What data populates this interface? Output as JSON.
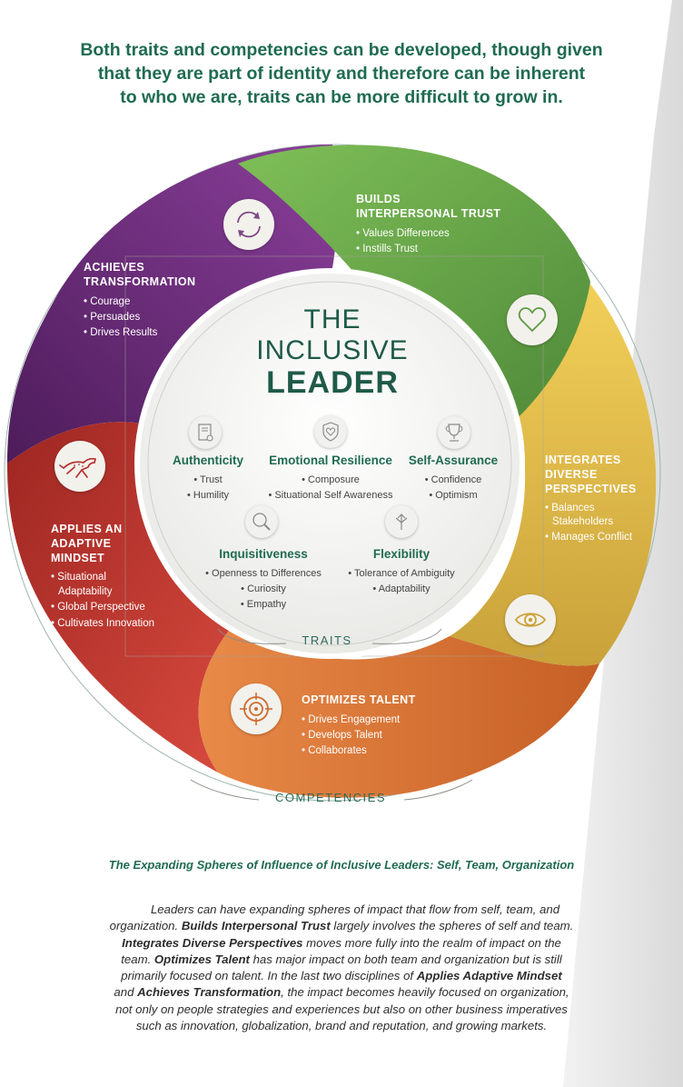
{
  "headline": [
    "Both traits and competencies can be developed, though given",
    "that they are part of identity and therefore can be inherent",
    "to who we are, traits can be more difficult to grow in."
  ],
  "center": {
    "line1": "THE",
    "line2": "INCLUSIVE",
    "line3": "LEADER"
  },
  "competencies": [
    {
      "title_lines": [
        "BUILDS",
        "INTERPERSONAL TRUST"
      ],
      "bullets": [
        "Values Differences",
        "Instills Trust"
      ],
      "icon": "heart-icon",
      "color": "#6aa84a"
    },
    {
      "title_lines": [
        "INTEGRATES",
        "DIVERSE",
        "PERSPECTIVES"
      ],
      "bullets": [
        "Balances Stakeholders",
        "Manages Conflict"
      ],
      "icon": "eye-icon",
      "color": "#e4be45"
    },
    {
      "title_lines": [
        "OPTIMIZES TALENT"
      ],
      "bullets": [
        "Drives Engagement",
        "Develops Talent",
        "Collaborates"
      ],
      "icon": "target-icon",
      "color": "#d67a3a"
    },
    {
      "title_lines": [
        "APPLIES AN",
        "ADAPTIVE",
        "MINDSET"
      ],
      "bullets": [
        "Situational Adaptability",
        "Global Perspective",
        "Cultivates Innovation"
      ],
      "icon": "cheetah-icon",
      "color": "#b53230"
    },
    {
      "title_lines": [
        "ACHIEVES",
        "TRANSFORMATION"
      ],
      "bullets": [
        "Courage",
        "Persuades",
        "Drives Results"
      ],
      "icon": "cycle-icon",
      "color": "#6d2a78"
    }
  ],
  "traits": [
    {
      "name": "Authenticity",
      "bullets": [
        "Trust",
        "Humility"
      ],
      "icon": "certificate-icon"
    },
    {
      "name": "Emotional Resilience",
      "bullets": [
        "Composure",
        "Situational Self Awareness"
      ],
      "icon": "shield-heart-icon"
    },
    {
      "name": "Self-Assurance",
      "bullets": [
        "Confidence",
        "Optimism"
      ],
      "icon": "trophy-icon"
    },
    {
      "name": "Inquisitiveness",
      "bullets": [
        "Openness to Differences",
        "Curiosity",
        "Empathy"
      ],
      "icon": "magnifier-icon"
    },
    {
      "name": "Flexibility",
      "bullets": [
        "Tolerance of Ambiguity",
        "Adaptability"
      ],
      "icon": "arrows-icon"
    }
  ],
  "traits_label": "TRAITS",
  "competencies_label": "COMPETENCIES",
  "caption": "The Expanding Spheres of Influence of Inclusive Leaders: Self, Team, Organization",
  "paragraph_lines": [
    [
      {
        "t": "Leaders can have expanding spheres of impact that flow from self, team, and"
      }
    ],
    [
      {
        "t": "organization. "
      },
      {
        "t": "Builds Interpersonal Trust",
        "b": true
      },
      {
        "t": " largely involves the spheres of self and team."
      }
    ],
    [
      {
        "t": "Integrates Diverse Perspectives",
        "b": true
      },
      {
        "t": " moves more fully into the realm of impact on the"
      }
    ],
    [
      {
        "t": "team. "
      },
      {
        "t": "Optimizes Talent",
        "b": true
      },
      {
        "t": " has major impact on both team and organization but is still"
      }
    ],
    [
      {
        "t": "primarily focused on talent. In the last two disciplines of "
      },
      {
        "t": "Applies Adaptive Mindset",
        "b": true
      }
    ],
    [
      {
        "t": "and "
      },
      {
        "t": "Achieves Transformation",
        "b": true
      },
      {
        "t": ", the impact becomes heavily focused on organization,"
      }
    ],
    [
      {
        "t": "not only on people strategies and experiences but also on other business imperatives"
      }
    ],
    [
      {
        "t": "such as innovation, globalization, brand and reputation, and growing markets."
      }
    ]
  ],
  "colors": {
    "accent_green": "#1f6b52",
    "text_dark": "#2d2d2d"
  }
}
